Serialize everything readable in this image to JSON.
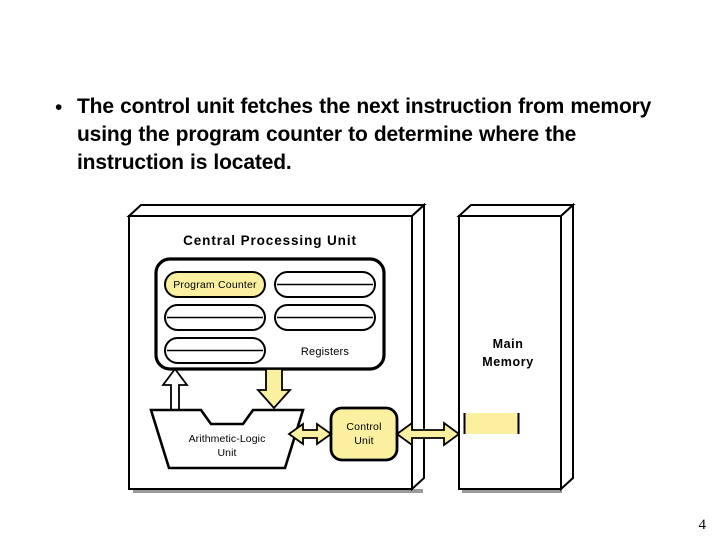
{
  "slide": {
    "page_number": "4",
    "bullet_marker": "•",
    "bullet_text": "The control unit fetches the next instruction from memory using the program counter to determine where the instruction is located."
  },
  "diagram": {
    "cpu": {
      "title": "Central Processing Unit",
      "registers": {
        "label": "Registers",
        "pills": [
          {
            "label": "Program Counter",
            "highlighted": true,
            "divided": false
          },
          {
            "label": "",
            "highlighted": false,
            "divided": true
          },
          {
            "label": "",
            "highlighted": false,
            "divided": true
          },
          {
            "label": "",
            "highlighted": false,
            "divided": true
          },
          {
            "label": "",
            "highlighted": false,
            "divided": true
          },
          {
            "label": "",
            "highlighted": false,
            "divided": true
          }
        ]
      },
      "alu": {
        "label_line1": "Arithmetic-Logic",
        "label_line2": "Unit"
      },
      "control_unit": {
        "label_line1": "Control",
        "label_line2": "Unit"
      }
    },
    "memory": {
      "title_line1": "Main",
      "title_line2": "Memory",
      "highlighted_cell": ""
    }
  },
  "colors": {
    "highlight_yellow": "#FAF0A0",
    "arrow_yellow": "#FAF0A0",
    "outline_black": "#000000",
    "shadow_gray": "#808080",
    "page_background": "#FFFFFF"
  }
}
